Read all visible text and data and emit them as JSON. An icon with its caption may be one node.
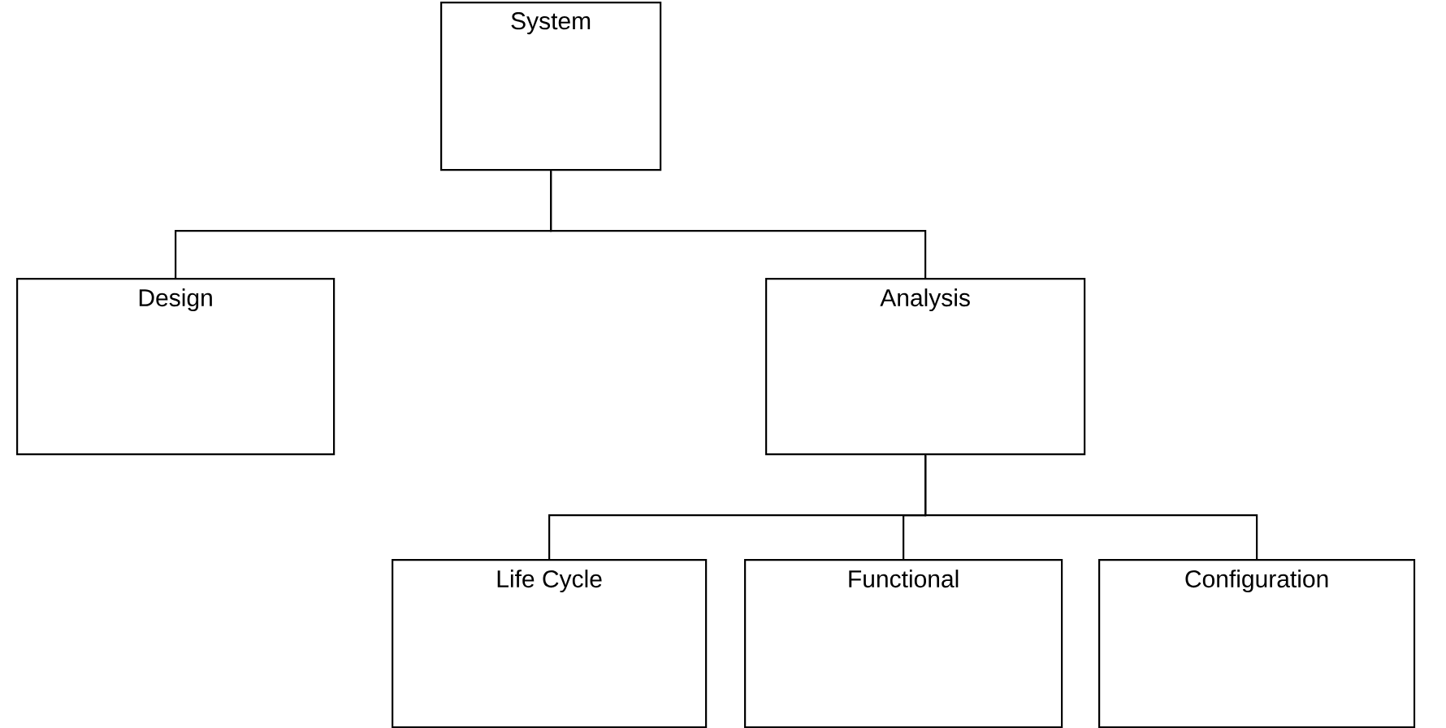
{
  "diagram": {
    "nodes": [
      {
        "text": [
          "System"
        ]
      },
      {
        "text": [
          "Design"
        ]
      },
      {
        "text": [
          "Analysis"
        ]
      },
      {
        "text": [
          "Life Cycle"
        ]
      },
      {
        "text": [
          "Functional"
        ]
      },
      {
        "text": [
          "Configuration"
        ]
      }
    ],
    "edges": [
      {
        "from": 0,
        "to": 1,
        "arrow": "none"
      },
      {
        "from": 0,
        "to": 2,
        "arrow": "none"
      },
      {
        "from": 2,
        "to": 3,
        "arrow": "none"
      },
      {
        "from": 2,
        "to": 4,
        "arrow": "none"
      },
      {
        "from": 2,
        "to": 5,
        "arrow": "none"
      }
    ]
  }
}
